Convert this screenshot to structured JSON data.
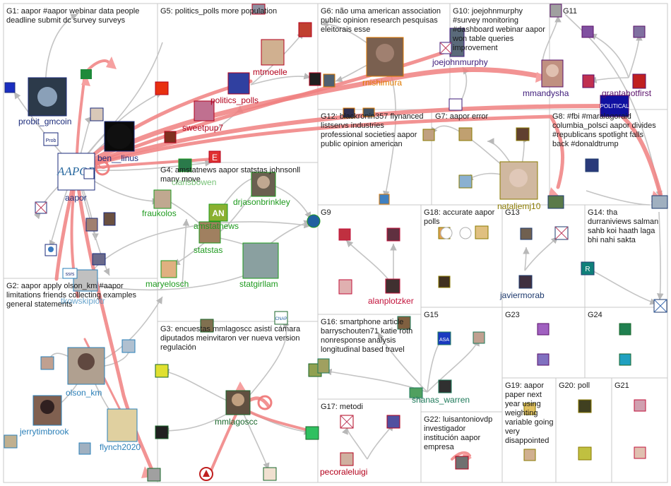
{
  "groups": [
    {
      "id": "G1",
      "title": [
        "G1: aapor #aapor webinar data people",
        "deadline submit dc survey surveys"
      ]
    },
    {
      "id": "G5",
      "title": [
        "G5: politics_polls more population"
      ]
    },
    {
      "id": "G6",
      "title": [
        "G6: não uma american association",
        "public opinion research pesquisas",
        "eleitorais esse"
      ]
    },
    {
      "id": "G10",
      "title": [
        "G10: joejohnmurphy",
        "#survey monitoring",
        "#dashboard webinar aapor",
        "won table queries",
        "improvement"
      ]
    },
    {
      "id": "G11",
      "title": [
        "G11"
      ]
    },
    {
      "id": "G12",
      "title": [
        "G12: blackronin357 flynanced",
        "listservs industries",
        "professional societies aapor",
        "public opinion american"
      ]
    },
    {
      "id": "G7",
      "title": [
        "G7: aapor error"
      ]
    },
    {
      "id": "G8",
      "title": [
        "G8: #fbi #maralagoraid",
        "columbia_polsci aapor divides",
        "#republicans spotlight falls",
        "back #donaldtrump"
      ]
    },
    {
      "id": "G4",
      "title": [
        "G4: amstatnews aapor statstas johnsonll",
        "many move"
      ]
    },
    {
      "id": "G9",
      "title": [
        "G9"
      ]
    },
    {
      "id": "G18",
      "title": [
        "G18: accurate aapor",
        "polls"
      ]
    },
    {
      "id": "G13",
      "title": [
        "G13"
      ]
    },
    {
      "id": "G14",
      "title": [
        "G14: tha",
        "durraniviews salman",
        "sahb koi haath laga",
        "bhi nahi sakta"
      ]
    },
    {
      "id": "G2",
      "title": [
        "G2: aapor apply olson_km #aapor",
        "limitations friends collecting examples",
        "general statements"
      ]
    },
    {
      "id": "G3",
      "title": [
        "G3: encuestas mmlagoscc asistí cámara",
        "diputados meinvitaron ver nueva version",
        "regulación"
      ]
    },
    {
      "id": "G16",
      "title": [
        "G16: smartphone article",
        "barryschouten71 katie roth",
        "nonresponse analysis",
        "longitudinal based travel"
      ]
    },
    {
      "id": "G15",
      "title": [
        "G15"
      ]
    },
    {
      "id": "G23",
      "title": [
        "G23"
      ]
    },
    {
      "id": "G24",
      "title": [
        "G24"
      ]
    },
    {
      "id": "G17",
      "title": [
        "G17: metodi"
      ]
    },
    {
      "id": "G22",
      "title": [
        "G22: luisantoniovdp",
        "investigador",
        "institución aapor",
        "empresa"
      ]
    },
    {
      "id": "G19",
      "title": [
        "G19: aapor",
        "paper next",
        "year using",
        "weighting",
        "variable going",
        "very",
        "disappointed"
      ]
    },
    {
      "id": "G20",
      "title": [
        "G20: poll"
      ]
    },
    {
      "id": "G21",
      "title": [
        "G21"
      ]
    }
  ],
  "labels": {
    "probit_gmcoin": "probit_gmcoin",
    "ben_linus": "ben__linus",
    "aapor": "aapor",
    "mtmoelle": "mtmoelle",
    "politics_polls": "politics_polls",
    "sweetpup7": "sweetpup7",
    "rnishimura": "rnishimura",
    "joejohnmurphy": "joejohnmurphy",
    "mmandysha": "mmandysha",
    "grantahotfirst": "grantahotfirst",
    "nataliemj10": "nataliemj10",
    "clarisbowen": "clarisbowen",
    "drjasonbrinkley": "drjasonbrinkley",
    "fraukolos": "fraukolos",
    "amstatnews": "amstatnews",
    "statstas": "statstas",
    "maryelosch": "maryelosch",
    "statgirllam": "statgirllam",
    "alanplotzker": "alanplotzker",
    "javiermorab": "javiermorab",
    "olson_km": "olson_km",
    "jerrytimbrook": "jerrytimbrook",
    "flynch2020": "flynch2020",
    "tkowskipiotr": "tkowskipiotr",
    "mmlagoscc": "mmlagoscc",
    "shanas_warren": "shanas_warren",
    "pecoraleluigi": "pecoraleluigi"
  },
  "colors": {
    "G1": "#1a2a7a",
    "G5": "#b3001b",
    "G6": "#e07a00",
    "G10": "#3d1a7a",
    "G11": "#5a0f6a",
    "G7": "#8a7a00",
    "G4": "#1e9a1e",
    "G9": "#c2113a",
    "G13": "#1e3a6e",
    "G2": "#2a7fb8",
    "G3": "#18662a",
    "G16": "#1e7a5a",
    "G17": "#b3001b",
    "edge_red": "#f08080",
    "edge_grey": "#c4c4c4"
  }
}
